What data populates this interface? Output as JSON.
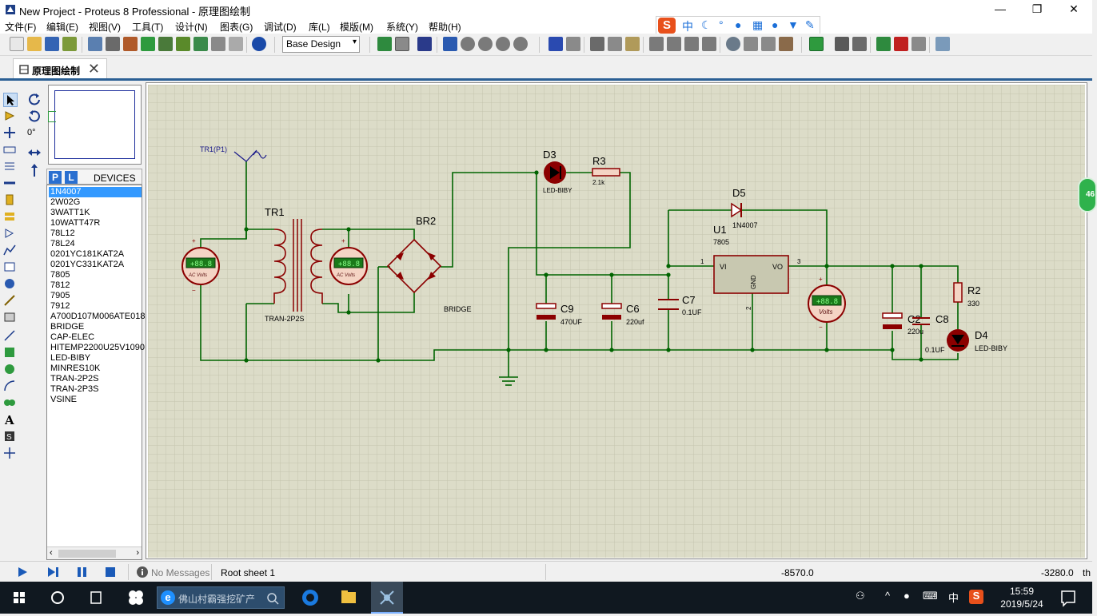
{
  "window": {
    "title": "New Project - Proteus 8 Professional - 原理图绘制",
    "minimize": "—",
    "restore": "❐",
    "close": "✕"
  },
  "menu": [
    "文件(F)",
    "编辑(E)",
    "视图(V)",
    "工具(T)",
    "设计(N)",
    "图表(G)",
    "调试(D)",
    "库(L)",
    "模版(M)",
    "系统(Y)",
    "帮助(H)"
  ],
  "ime": {
    "logo": "S",
    "lang": "中"
  },
  "toolbar": {
    "design_select": "Base Design",
    "select_arrow": "▾"
  },
  "tab": {
    "label": "原理图绘制",
    "close": "✕"
  },
  "left_panel": {
    "rotation": "0°",
    "p_button": "P",
    "l_button": "L",
    "devices_title": "DEVICES",
    "devices": [
      "1N4007",
      "2W02G",
      "3WATT1K",
      "10WATT47R",
      "78L12",
      "78L24",
      "0201YC181KAT2A",
      "0201YC331KAT2A",
      "7805",
      "7812",
      "7905",
      "7912",
      "A700D107M006ATE018",
      "BRIDGE",
      "CAP-ELEC",
      "HITEMP2200U25V1090",
      "LED-BIBY",
      "MINRES10K",
      "TRAN-2P2S",
      "TRAN-2P3S",
      "VSINE"
    ],
    "selected_index": 0
  },
  "schematic": {
    "source_label": "TR1(P1)",
    "tr1": {
      "ref": "TR1",
      "value": "TRAN-2P2S"
    },
    "br2": {
      "ref": "BR2",
      "value": "BRIDGE"
    },
    "d3": {
      "ref": "D3",
      "value": "LED-BIBY"
    },
    "r3": {
      "ref": "R3",
      "value": "2.1k"
    },
    "d5": {
      "ref": "D5",
      "value": "1N4007"
    },
    "u1": {
      "ref": "U1",
      "value": "7805",
      "pin_vi": "VI",
      "pin_vo": "VO",
      "pin_gnd": "GND",
      "pin1": "1",
      "pin2": "2",
      "pin3": "3"
    },
    "c9": {
      "ref": "C9",
      "value": "470UF"
    },
    "c6": {
      "ref": "C6",
      "value": "220uf"
    },
    "c7": {
      "ref": "C7",
      "value": "0.1UF"
    },
    "c2": {
      "ref": "C2",
      "value": "220u"
    },
    "c8": {
      "ref": "C8",
      "value": "0.1UF"
    },
    "r2": {
      "ref": "R2",
      "value": "330"
    },
    "d4": {
      "ref": "D4",
      "value": "LED-BIBY"
    },
    "meter_ac_label": "AC Volts",
    "meter_dc_label": "Volts",
    "meter_display": "+88.8",
    "plus": "+",
    "minus": "−"
  },
  "floating_badge": "46",
  "status": {
    "messages": "No Messages",
    "sheet": "Root sheet 1",
    "x_coord": "-8570.0",
    "y_coord": "-3280.0",
    "unit": "th"
  },
  "taskbar": {
    "search_text": "佛山村霸强挖矿产",
    "lang": "中",
    "time": "15:59",
    "date": "2019/5/24"
  },
  "colors": {
    "wire": "#006400",
    "component": "#8b0000",
    "body_fill": "#c8c8b0",
    "grid_bg": "#dcdcc8",
    "grid_line": "#c0c0aa",
    "meter_screen": "#1a7a1a"
  }
}
